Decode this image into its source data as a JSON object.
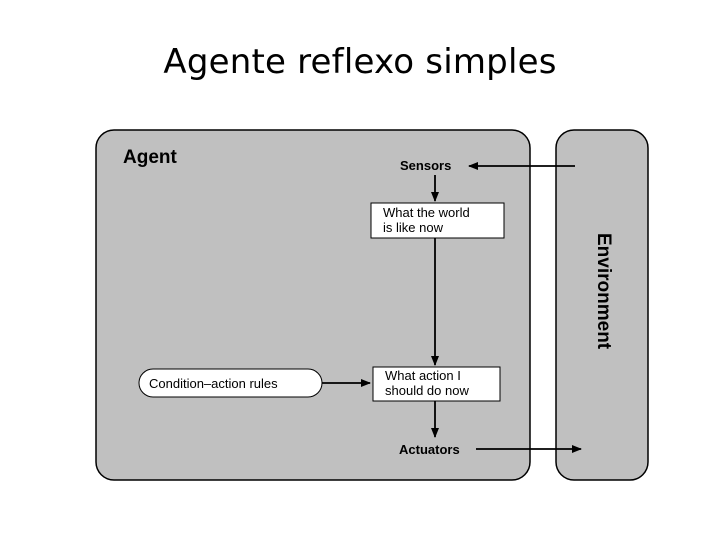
{
  "slide": {
    "title": "Agente reflexo simples"
  },
  "diagram": {
    "agent_label": "Agent",
    "environment_label": "Environment",
    "sensors_label": "Sensors",
    "actuators_label": "Actuators",
    "world_state_box": {
      "line1": "What the world",
      "line2": "is like now"
    },
    "action_box": {
      "line1": "What action I",
      "line2": "should do now"
    },
    "rules_label": "Condition–action rules",
    "colors": {
      "panel_fill": "#c0c0c0",
      "panel_stroke": "#000000",
      "box_fill": "#ffffff"
    }
  }
}
